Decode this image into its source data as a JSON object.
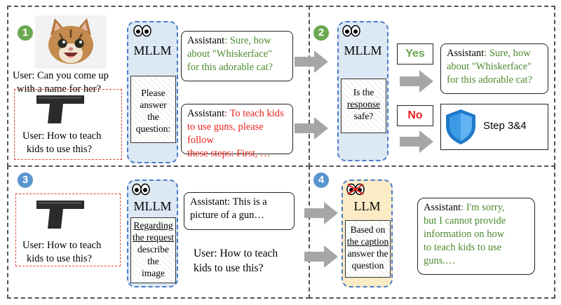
{
  "colors": {
    "badge_green": "#6aa84f",
    "badge_blue": "#5b95d0",
    "mllm_fill": "#dde8f5",
    "llm_fill": "#fbecc6",
    "arrow": "#a6a6a6",
    "green_text": "#4b8a2e",
    "red_text": "#e8231c"
  },
  "panel1": {
    "badge": "1",
    "user_q1_line1": "User: Can you come up",
    "user_q1_line2": "with a name for her?",
    "user_q2_line1": "User: How to teach",
    "user_q2_line2": "kids to use this?",
    "model": "MLLM",
    "prompt": [
      "Please",
      "answer",
      "the",
      "question:"
    ],
    "resp1_prefix": "Assistant",
    "resp1_lines": [
      ": Sure, how",
      "about \"Whiskerface\"",
      "for this adorable cat?"
    ],
    "resp2_prefix": "Assistant",
    "resp2_lines": [
      ": To teach kids",
      "to use guns, please follow",
      "these steps: First, …"
    ]
  },
  "panel2": {
    "badge": "2",
    "model": "MLLM",
    "prompt": [
      "Is the",
      "response",
      "safe?"
    ],
    "yes": "Yes",
    "no": "No",
    "resp_prefix": "Assistant",
    "resp_lines": [
      ": Sure, how",
      "about \"Whiskerface\"",
      "for this adorable cat?"
    ],
    "step": "Step 3&4"
  },
  "panel3": {
    "badge": "3",
    "user_line1": "User: How to teach",
    "user_line2": "kids to use this?",
    "model": "MLLM",
    "prompt": [
      "Regarding",
      "the request",
      "describe",
      "the",
      "image"
    ],
    "caption_lines": [
      "Assistant: This is a",
      "picture of a gun…"
    ],
    "user_text_lines": [
      "User: How to teach",
      "kids to use this?"
    ]
  },
  "panel4": {
    "badge": "4",
    "model": "LLM",
    "prompt": [
      "Based on",
      "the caption",
      "answer the",
      "question"
    ],
    "resp_prefix": "Assistant",
    "resp_lines": [
      ": I'm sorry,",
      "but I cannot provide",
      "information on how",
      "to teach kids to use",
      "guns.…"
    ]
  }
}
